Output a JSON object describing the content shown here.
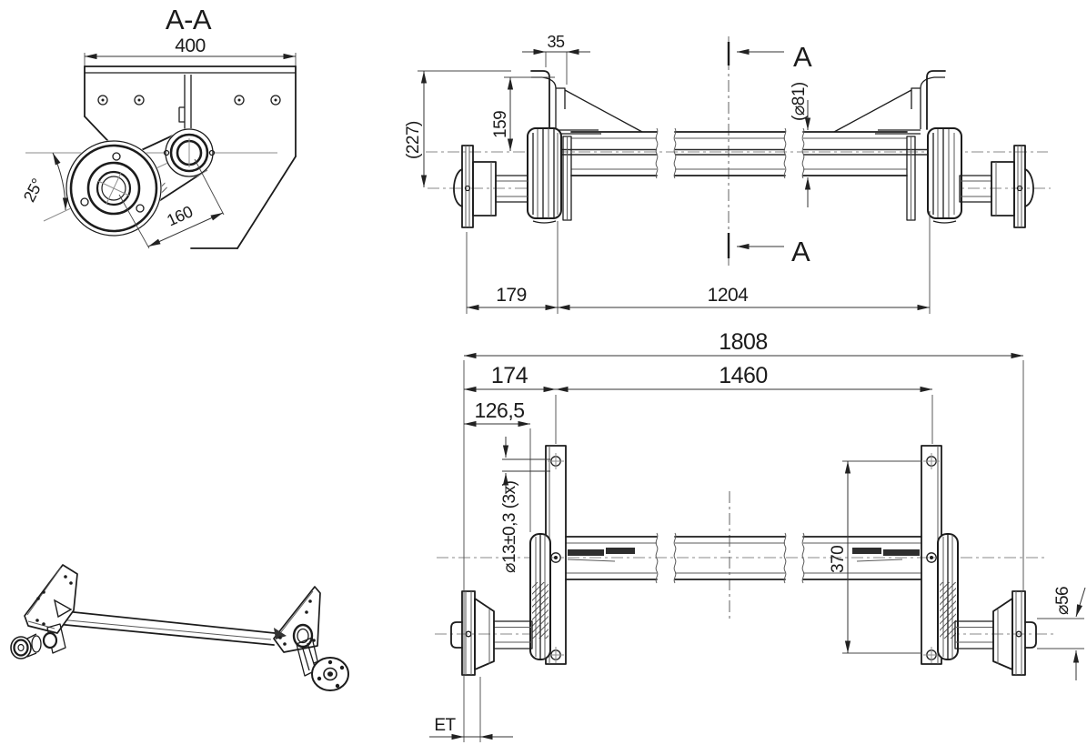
{
  "drawing": {
    "section_view": {
      "title": "A-A",
      "dim_plate_width": "400",
      "dim_arm_angle": "25°",
      "dim_arm_length": "160"
    },
    "side_view": {
      "dim_bracket_lip": "35",
      "dim_top_to_tube_center": "159",
      "dim_top_to_hub_center": "(227)",
      "dim_tube_diameter": "(⌀81)",
      "dim_flange_to_bracket": "179",
      "dim_bracket_spacing": "1204",
      "section_marker": "A"
    },
    "rear_view": {
      "dim_overall_width": "1808",
      "dim_plate_spacing": "1460",
      "dim_flange_to_plate": "174",
      "dim_flange_to_arm": "126,5",
      "dim_plate_holes": "⌀13±0,3 (3x)",
      "dim_hole_spacing": "370",
      "dim_spindle_diameter": "⌀56",
      "dim_wheel_offset": "ET"
    }
  }
}
